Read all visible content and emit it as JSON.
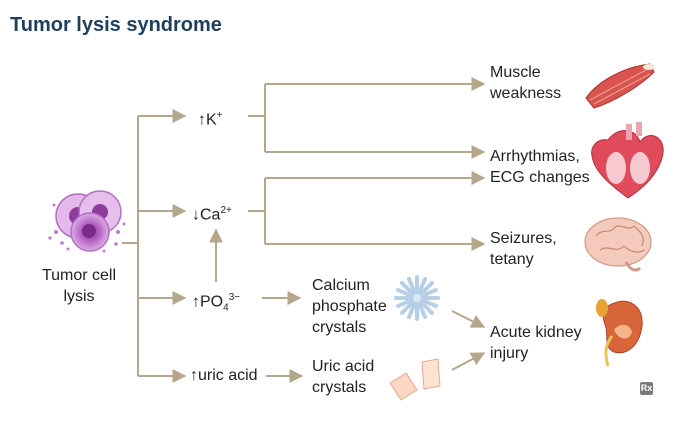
{
  "title": "Tumor lysis syndrome",
  "nodes": {
    "source": {
      "line1": "Tumor cell",
      "line2": "lysis"
    },
    "k": {
      "prefix": "↑",
      "base": "K",
      "sup": "+"
    },
    "ca": {
      "prefix": "↓",
      "base": "Ca",
      "sup": "2+"
    },
    "po4": {
      "prefix": "↑",
      "base": "PO",
      "sub": "4",
      "sup": "3−"
    },
    "uric": {
      "text": "↑uric acid"
    },
    "calcium_crystals": {
      "line1": "Calcium",
      "line2": "phosphate",
      "line3": "crystals"
    },
    "uric_crystals": {
      "line1": "Uric acid",
      "line2": "crystals"
    },
    "muscle": {
      "line1": "Muscle",
      "line2": "weakness"
    },
    "arrhythmias": {
      "line1": "Arrhythmias,",
      "line2": "ECG changes"
    },
    "seizures": {
      "line1": "Seizures,",
      "line2": "tetany"
    },
    "aki": {
      "line1": "Acute kidney",
      "line2": "injury"
    }
  },
  "badge": "Rx",
  "colors": {
    "title": "#1f3f5b",
    "arrow": "#b5a78c",
    "cell": "#c27ad0",
    "text": "#222222"
  }
}
